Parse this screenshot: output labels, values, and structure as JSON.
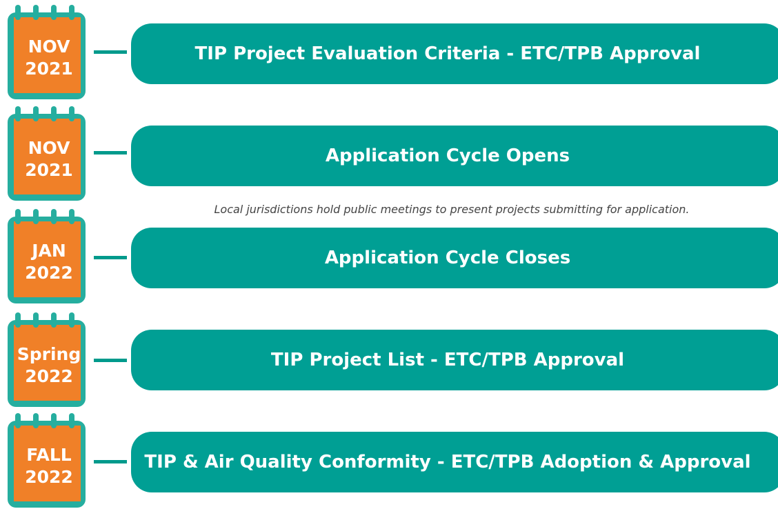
{
  "colors": {
    "teal": "#009f94",
    "orange": "#f08028",
    "calendar_frame": "#26ae9f",
    "text_on_color": "#ffffff",
    "note_text": "#444444"
  },
  "icons": {
    "milestone": "calendar-icon"
  },
  "milestones": [
    {
      "month": "NOV",
      "year": "2021",
      "label": "TIP Project Evaluation Criteria - ETC/TPB Approval"
    },
    {
      "month": "NOV",
      "year": "2021",
      "label": "Application Cycle Opens"
    },
    {
      "month": "JAN",
      "year": "2022",
      "label": "Application Cycle Closes"
    },
    {
      "month": "Spring",
      "year": "2022",
      "label": "TIP Project List - ETC/TPB Approval"
    },
    {
      "month": "FALL",
      "year": "2022",
      "label": "TIP & Air Quality Conformity - ETC/TPB Adoption & Approval"
    }
  ],
  "note": "Local jurisdictions hold public meetings to present projects submitting for application."
}
